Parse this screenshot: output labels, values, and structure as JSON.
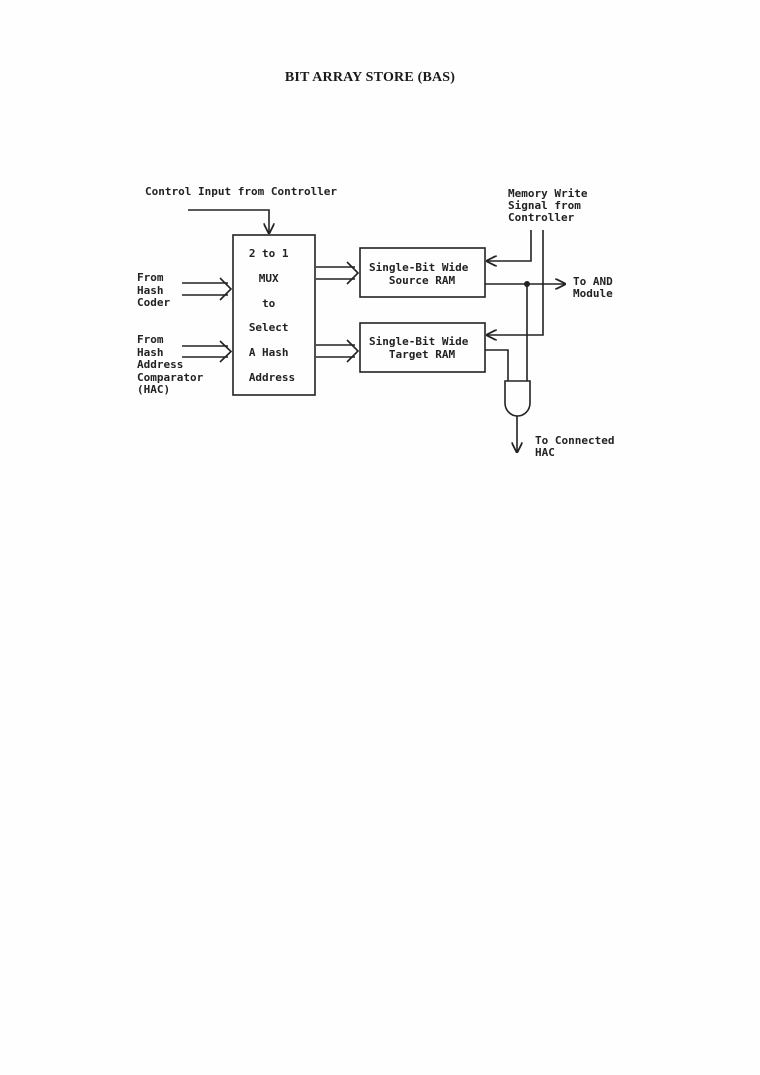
{
  "title": "BIT ARRAY STORE (BAS)",
  "labels": {
    "control_input": "Control Input from Controller",
    "memory_write": [
      "Memory Write",
      "Signal from",
      "Controller"
    ],
    "from_hash_coder": [
      "From",
      "Hash",
      "Coder"
    ],
    "from_hac": [
      "From",
      "Hash",
      "Address",
      "Comparator",
      "(HAC)"
    ],
    "mux": [
      "2 to 1",
      "MUX",
      "to",
      "Select",
      "A Hash",
      "Address"
    ],
    "source_ram": [
      "Single-Bit Wide",
      "Source RAM"
    ],
    "target_ram": [
      "Single-Bit Wide",
      "Target RAM"
    ],
    "to_and_module": [
      "To AND",
      "Module"
    ],
    "to_connected_hac": [
      "To Connected",
      "HAC"
    ]
  }
}
